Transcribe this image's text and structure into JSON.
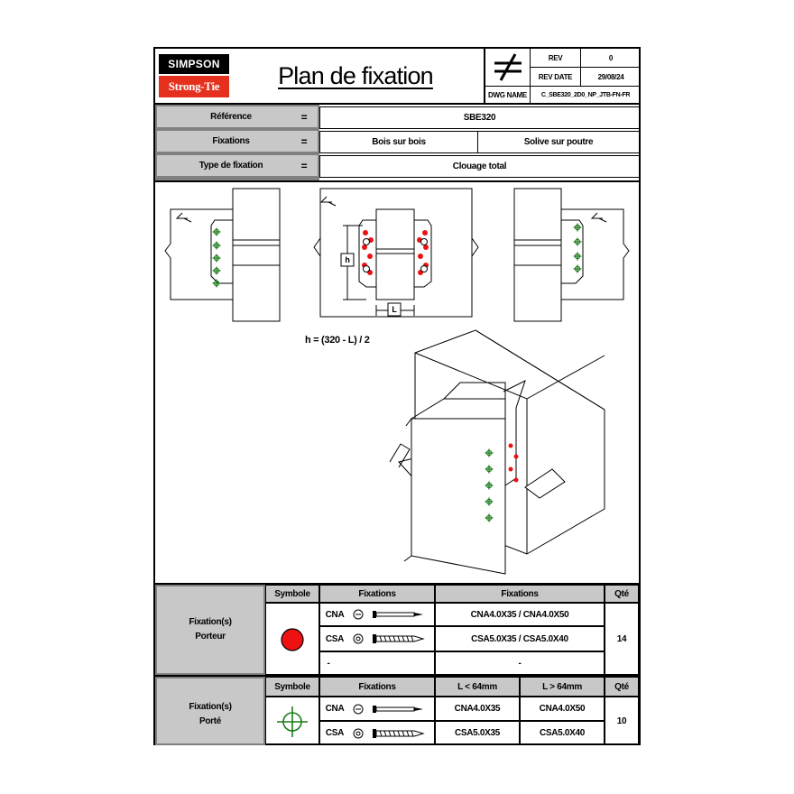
{
  "brand": {
    "line1": "SIMPSON",
    "line2": "Strong-Tie"
  },
  "title": "Plan de fixation",
  "rev": {
    "label": "REV",
    "value": "0"
  },
  "rev_date": {
    "label": "REV DATE",
    "value": "29/08/24"
  },
  "dwg_name": {
    "label": "DWG NAME",
    "value": "C_SBE320_2D0_NP_JTB-FN-FR"
  },
  "info": {
    "reference": {
      "label": "Référence",
      "value": "SBE320"
    },
    "fixations": {
      "label": "Fixations",
      "value1": "Bois sur bois",
      "value2": "Solive sur poutre"
    },
    "type": {
      "label": "Type de fixation",
      "value": "Clouage total"
    },
    "equals": "="
  },
  "drawing": {
    "h_label": "h",
    "l_label": "L",
    "formula": "h = (320 - L) / 2"
  },
  "porteur": {
    "title_line1": "Fixation(s)",
    "title_line2": "Porteur",
    "col_symbole": "Symbole",
    "col_fixations": "Fixations",
    "col_fixations2": "Fixations",
    "col_qte": "Qté",
    "rows": [
      {
        "code": "CNA",
        "refs": "CNA4.0X35 / CNA4.0X50"
      },
      {
        "code": "CSA",
        "refs": "CSA5.0X35 / CSA5.0X40"
      },
      {
        "code": "-",
        "refs": "-"
      }
    ],
    "qty": "14",
    "symbol_color": "#ee1111"
  },
  "porte": {
    "title_line1": "Fixation(s)",
    "title_line2": "Porté",
    "col_symbole": "Symbole",
    "col_fixations": "Fixations",
    "col_l_small": "L < 64mm",
    "col_l_big": "L > 64mm",
    "col_qte": "Qté",
    "rows": [
      {
        "code": "CNA",
        "small": "CNA4.0X35",
        "big": "CNA4.0X50"
      },
      {
        "code": "CSA",
        "small": "CSA5.0X35",
        "big": "CSA5.0X40"
      }
    ],
    "qty": "10",
    "symbol_color": "#1a7a1a"
  },
  "icons": {
    "not_equal": "not-equal-icon",
    "nail": "nail-icon",
    "screw": "screw-icon"
  }
}
